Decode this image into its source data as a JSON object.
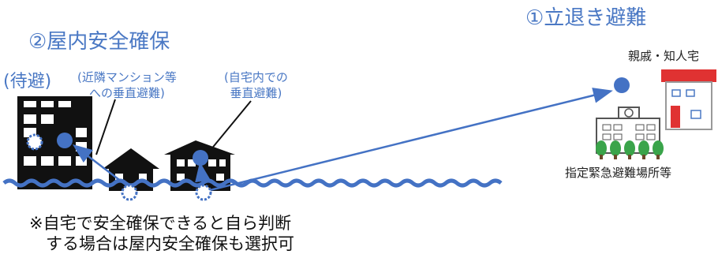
{
  "labels": {
    "indoor_safety": "②屋内安全確保",
    "evacuation_away": "①立退き避難",
    "wait": "(待避)",
    "vertical_neighbor_line1": "(近隣マンション等",
    "vertical_neighbor_line2": "への垂直避難)",
    "vertical_home_line1": "(自宅内での",
    "vertical_home_line2": "垂直避難)",
    "relatives": "親戚・知人宅",
    "shelter": "指定緊急避難場所等",
    "note_line1": "※自宅で安全確保できると自ら判断",
    "note_line2": "する場合は屋内安全確保も選択可"
  },
  "colors": {
    "accent_blue": "#4a78c4",
    "flood_wave": "#4472c4",
    "building_black": "#111111",
    "house_red": "#e03232",
    "tree_green": "#3aa44a"
  },
  "icons": [
    "apartment-building-icon",
    "house-icon",
    "two-story-house-icon",
    "school-shelter-icon",
    "relatives-house-icon",
    "tree-icon",
    "flood-wave-icon"
  ]
}
